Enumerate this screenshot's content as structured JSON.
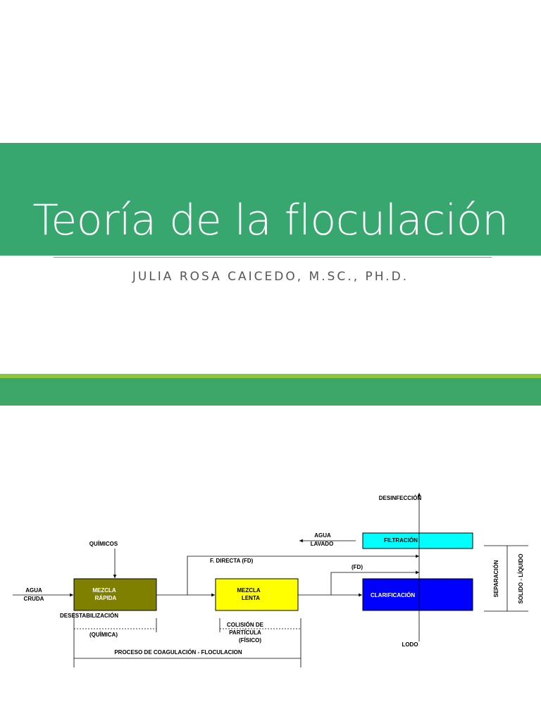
{
  "slide": {
    "title": "Teoría de la floculación",
    "subtitle": "JULIA ROSA CAICEDO, M.SC., PH.D."
  },
  "diagram": {
    "inputs": {
      "agua": "AGUA",
      "cruda": "CRUDA",
      "quimicos": "QUÍMICOS"
    },
    "boxes": {
      "mezcla_rapida": [
        "MEZCLA",
        "RÁPIDA"
      ],
      "mezcla_lenta": [
        "MEZCLA",
        "LENTA"
      ],
      "filtracion": "FILTRACIÓN",
      "clarificacion": "CLARIFICACIÓN"
    },
    "labels": {
      "desinfeccion": "DESINFECCIÓN",
      "agua_lavado": [
        "AGUA",
        "LAVADO"
      ],
      "f_directa": "F. DIRECTA (FD)",
      "fd": "(FD)",
      "lodo": "LODO",
      "desestabilizacion": "DESESTABILIZACIÓN",
      "quimica": "(QUÍMICA)",
      "colision": [
        "COLISIÓN DE",
        "PARTÍCULA",
        "(FÍSICO)"
      ],
      "proceso": "PROCESO DE COAGULACIÓN - FLOCULACION",
      "separacion": "SEPARACIÓN",
      "solido_liquido": "SOLIDO - LÍQUIDO"
    },
    "colors": {
      "mezcla_rapida": "#808000",
      "mezcla_lenta": "#ffff00",
      "filtracion": "#00ffff",
      "clarificacion": "#0000ff",
      "title_band": "#38a66f",
      "accent_band": "#8cc63f"
    }
  }
}
